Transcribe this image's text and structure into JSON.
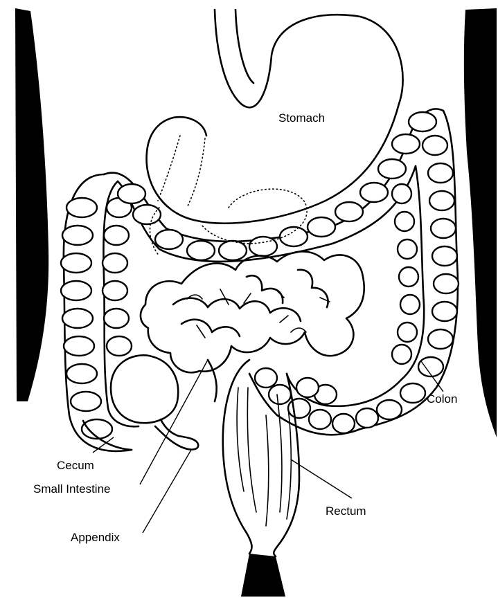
{
  "labels": {
    "stomach": "Stomach",
    "colon": "Colon",
    "cecum": "Cecum",
    "small_intestine": "Small Intestine",
    "rectum": "Rectum",
    "appendix": "Appendix"
  },
  "colors": {
    "ink": "#000000",
    "background": "#ffffff"
  }
}
